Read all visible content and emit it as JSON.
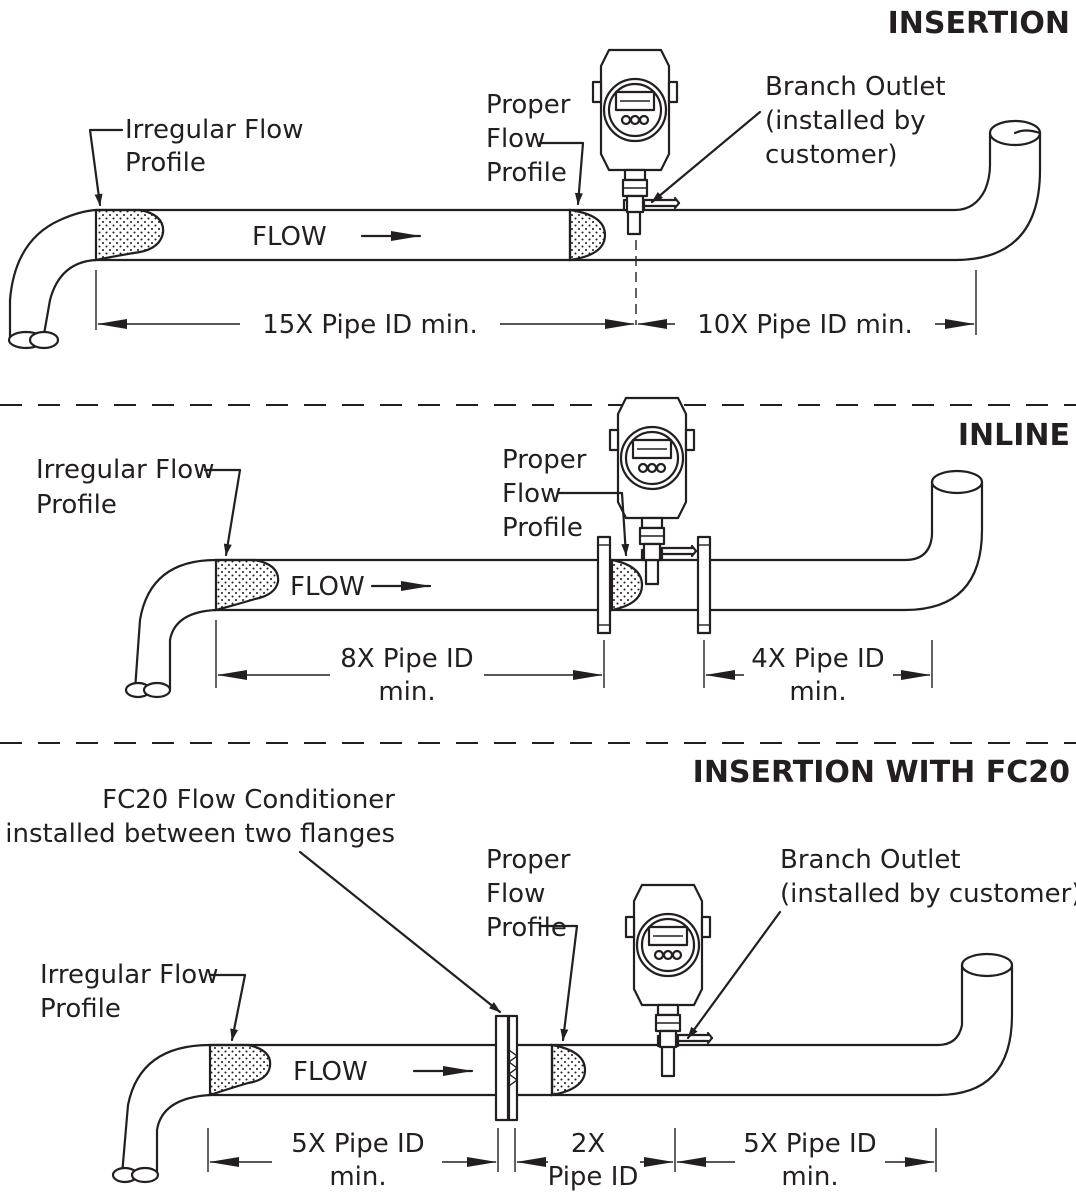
{
  "titles": {
    "insertion": "INSERTION",
    "inline": "INLINE",
    "fc20": "INSERTION WITH FC20"
  },
  "insertion": {
    "irregular_line1": "Irregular Flow",
    "irregular_line2": "Profile",
    "proper_line1": "Proper",
    "proper_line2": "Flow",
    "proper_line3": "Profile",
    "branch_line1": "Branch Outlet",
    "branch_line2": "(installed by",
    "branch_line3": "customer)",
    "flow": "FLOW",
    "dim_upstream": "15X Pipe ID min.",
    "dim_downstream": "10X Pipe ID min."
  },
  "inline": {
    "irregular_line1": "Irregular Flow",
    "irregular_line2": "Profile",
    "proper_line1": "Proper",
    "proper_line2": "Flow",
    "proper_line3": "Profile",
    "flow": "FLOW",
    "dim_upstream_line1": "8X Pipe ID",
    "dim_upstream_line2": "min.",
    "dim_downstream_line1": "4X Pipe ID",
    "dim_downstream_line2": "min."
  },
  "fc20": {
    "conditioner_line1": "FC20 Flow Conditioner",
    "conditioner_line2": "installed between two flanges",
    "irregular_line1": "Irregular Flow",
    "irregular_line2": "Profile",
    "proper_line1": "Proper",
    "proper_line2": "Flow",
    "proper_line3": "Profile",
    "branch_line1": "Branch Outlet",
    "branch_line2": "(installed by customer)",
    "flow": "FLOW",
    "dim_upstream_line1": "5X Pipe ID",
    "dim_upstream_line2": "min.",
    "dim_middle_line1": "2X",
    "dim_middle_line2": "Pipe ID",
    "dim_downstream_line1": "5X Pipe ID",
    "dim_downstream_line2": "min."
  }
}
